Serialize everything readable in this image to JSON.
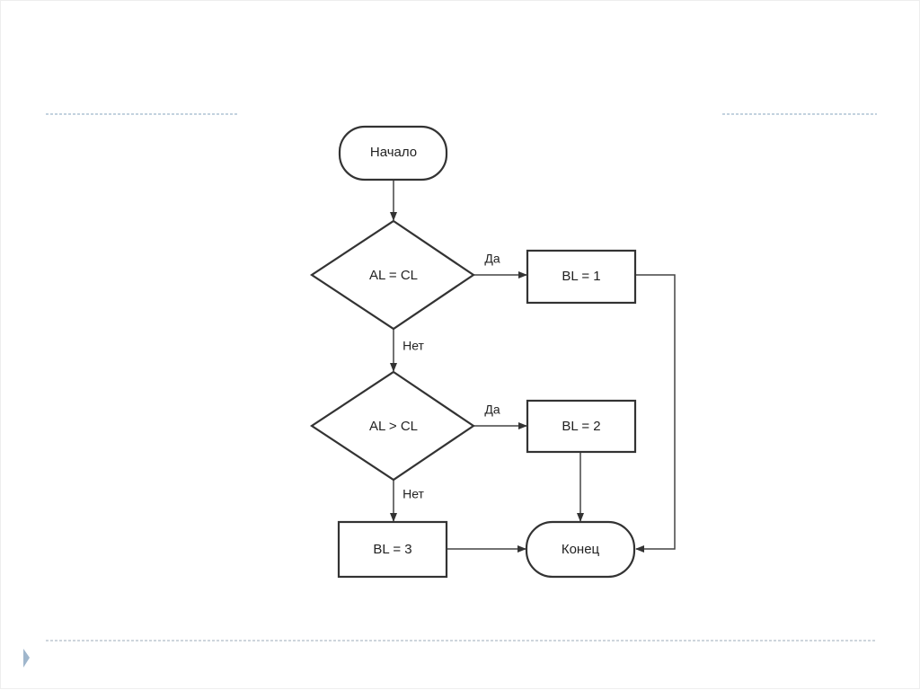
{
  "slide": {
    "accent_color": "#9fb6cc",
    "flowchart": {
      "start": "Начало",
      "decision1": "AL = CL",
      "decision2": "AL > CL",
      "action1": "BL = 1",
      "action2": "BL = 2",
      "action3": "BL = 3",
      "end": "Конец",
      "yes1": "Да",
      "no1": "Нет",
      "yes2": "Да",
      "no2": "Нет"
    }
  }
}
